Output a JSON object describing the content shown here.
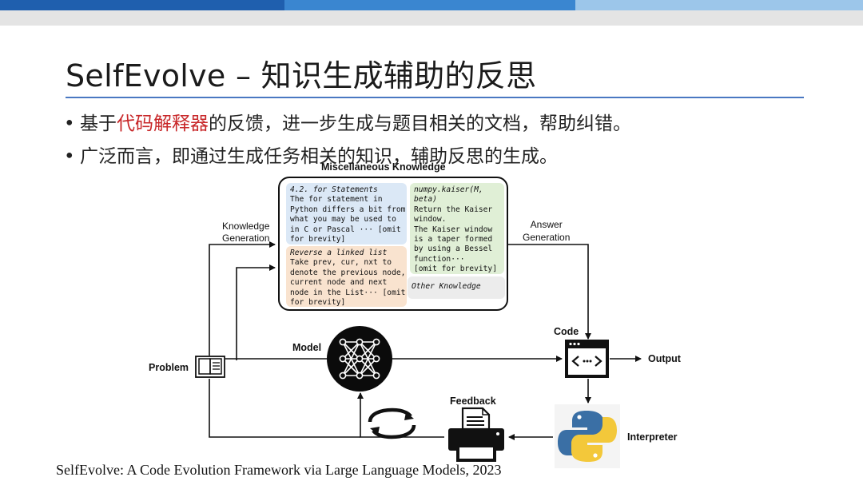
{
  "colors": {
    "topbar_dark": "#1f5fae",
    "topbar_mid": "#3a86d0",
    "topbar_light": "#9cc6ea",
    "rule": "#4a78c2",
    "highlight_red": "#c8282a",
    "note_blue": "#dbe8f6",
    "note_orange": "#f9e3cf",
    "note_green": "#e0efd6",
    "note_gray": "#ececec"
  },
  "slide": {
    "title": "SelfEvolve – 知识生成辅助的反思",
    "bullets": [
      {
        "parts": [
          "基于",
          "代码解释器",
          "的反馈，进一步生成与题目相关的文档，帮助纠错。"
        ]
      },
      {
        "text": "广泛而言，即通过生成任务相关的知识，辅助反思的生成。"
      }
    ],
    "citation": "SelfEvolve: A Code Evolution Framework via Large Language Models, 2023"
  },
  "diagram": {
    "kb_title": "Miscellaneous Knowledge",
    "notes": {
      "for_statements": [
        "4.2. for Statements",
        "The for statement in",
        "Python differs a bit from",
        "what you may be used to",
        "in C or Pascal ··· [omit",
        "for brevity]"
      ],
      "linked_list": [
        "Reverse a linked list",
        "Take prev, cur, nxt to",
        "denote the previous node,",
        "current node and next",
        "node in the List··· [omit",
        "for brevity]"
      ],
      "kaiser": [
        "numpy.kaiser(M,",
        "beta)",
        "Return the Kaiser",
        "window.",
        "The Kaiser window",
        "is a taper formed",
        "by using a Bessel",
        "function···",
        "[omit for brevity]"
      ],
      "other": "Other Knowledge"
    },
    "labels": {
      "knowledge_generation": [
        "Knowledge",
        "Generation"
      ],
      "answer_generation": [
        "Answer",
        "Generation"
      ],
      "problem": "Problem",
      "model": "Model",
      "code": "Code",
      "output": "Output",
      "feedback": "Feedback",
      "interpreter": "Interpreter"
    },
    "icons": [
      "book-icon",
      "neural-network-icon",
      "code-window-icon",
      "python-logo-icon",
      "printer-icon",
      "refresh-cycle-icon"
    ]
  }
}
